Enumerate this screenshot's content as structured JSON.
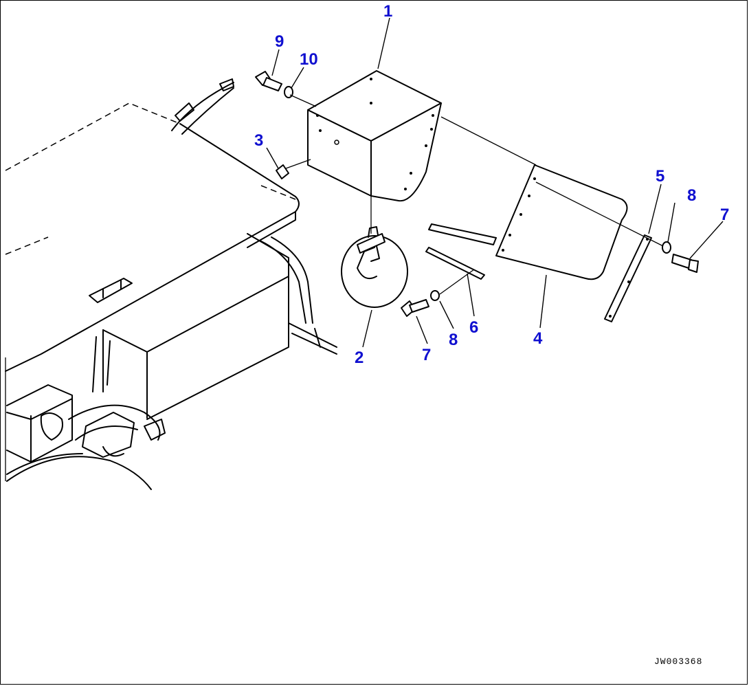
{
  "diagram": {
    "drawing_number": "JW003368",
    "callouts": [
      {
        "id": "c1",
        "label": "1"
      },
      {
        "id": "c2",
        "label": "2"
      },
      {
        "id": "c3",
        "label": "3"
      },
      {
        "id": "c4",
        "label": "4"
      },
      {
        "id": "c5",
        "label": "5"
      },
      {
        "id": "c6",
        "label": "6"
      },
      {
        "id": "c7a",
        "label": "7"
      },
      {
        "id": "c7b",
        "label": "7"
      },
      {
        "id": "c8a",
        "label": "8"
      },
      {
        "id": "c8b",
        "label": "8"
      },
      {
        "id": "c9",
        "label": "9"
      },
      {
        "id": "c10",
        "label": "10"
      }
    ],
    "colors": {
      "callout": "#1010d0",
      "line": "#000000",
      "background": "#ffffff"
    }
  }
}
